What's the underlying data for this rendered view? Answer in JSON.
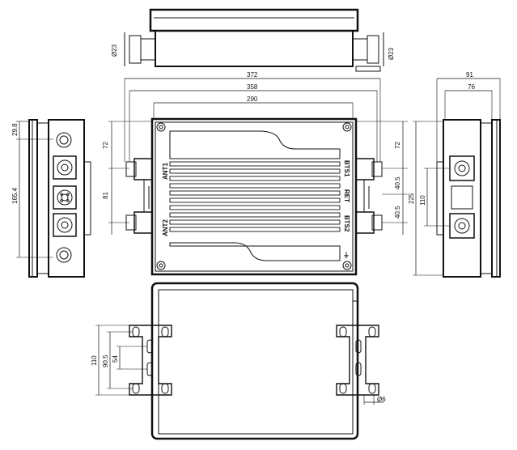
{
  "dimensions": {
    "top_view": {
      "stub_left": "Ø23",
      "stub_right": "Ø23"
    },
    "front_view": {
      "width_overall": "372",
      "width_mid": "358",
      "width_body": "290",
      "left_72": "72",
      "left_81": "81",
      "right_72": "72",
      "right_40_5_top": "40.5",
      "right_40_5_bottom": "40.5"
    },
    "side_left": {
      "top": "29.8",
      "pitch": "165.4"
    },
    "side_right": {
      "depth_91": "91",
      "depth_76": "76",
      "height_225": "225",
      "pitch_110": "110"
    },
    "bottom_view": {
      "h110": "110",
      "h90_5": "90.5",
      "h54": "54",
      "slot": "Ø6"
    }
  },
  "port_labels": {
    "ant1": "ANT1",
    "ant2": "ANT2",
    "bts1": "BTS1",
    "bts2": "BTS2",
    "ret": "RET",
    "ground": "⏚"
  }
}
